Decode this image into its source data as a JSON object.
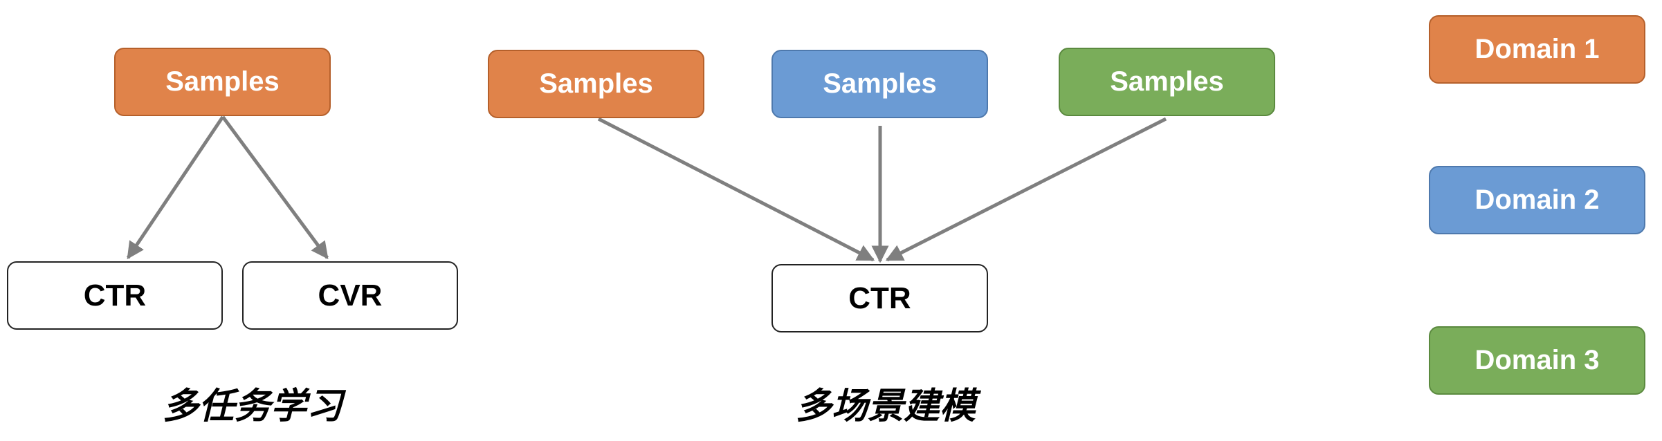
{
  "multi_task": {
    "source": "Samples",
    "targets": [
      "CTR",
      "CVR"
    ],
    "caption": "多任务学习"
  },
  "multi_domain": {
    "sources": [
      "Samples",
      "Samples",
      "Samples"
    ],
    "target": "CTR",
    "caption": "多场景建模"
  },
  "legend": [
    "Domain 1",
    "Domain 2",
    "Domain 3"
  ],
  "colors": {
    "domain1": "#e0834a",
    "domain2": "#6b9bd4",
    "domain3": "#7aad5a",
    "arrow": "#7f7f7f"
  }
}
